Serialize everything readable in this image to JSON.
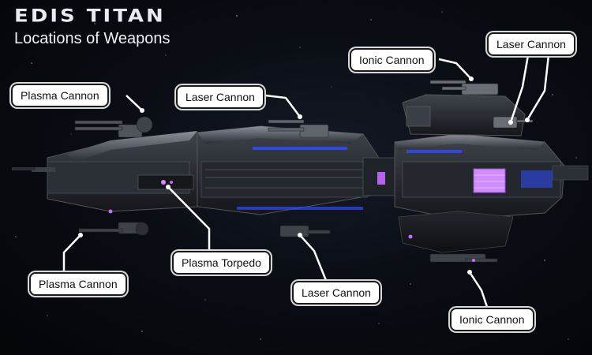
{
  "header": {
    "logo_text": "EDIS TITAN",
    "subtitle": "Locations of Weapons"
  },
  "callouts": {
    "plasma_cannon_top": "Plasma Cannon",
    "laser_cannon_top_mid": "Laser Cannon",
    "ionic_cannon_top": "Ionic Cannon",
    "laser_cannon_top_right": "Laser Cannon",
    "plasma_cannon_bottom": "Plasma Cannon",
    "plasma_torpedo": "Plasma Torpedo",
    "laser_cannon_bottom": "Laser Cannon",
    "ionic_cannon_bottom": "Ionic Cannon"
  },
  "colors": {
    "hull_dark": "#1b1e24",
    "hull_mid": "#3a3f47",
    "hull_light": "#6b7079",
    "blue_glow": "#2f4cff",
    "purple_glow": "#c46cff",
    "label_bg": "#ffffff",
    "leader_line": "#ffffff"
  }
}
